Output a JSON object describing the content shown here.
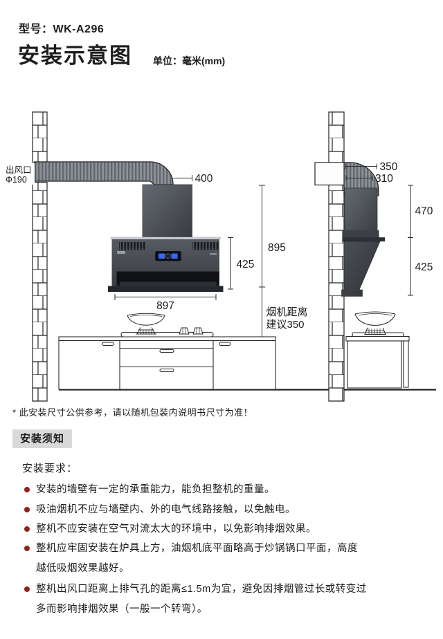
{
  "header": {
    "model": "型号：WK-A296",
    "title": "安装示意图",
    "unit": "单位：毫米(mm)"
  },
  "diagram": {
    "outlet_line1": "出风口",
    "outlet_line2": "Φ190",
    "dim_400": "400",
    "dim_897": "897",
    "dim_425_front": "425",
    "dim_895": "895",
    "hood_dist_line1": "烟机距离",
    "hood_dist_line2": "建议350",
    "dim_350": "350",
    "dim_310": "310",
    "dim_470": "470",
    "dim_425_side": "425"
  },
  "footnote": "* 此安装尺寸公供参考，请以随机包装内说明书尺寸为准！",
  "notice": {
    "box_label": "安装须知",
    "requirements_label": "安装要求：",
    "items": [
      "安装的墙壁有一定的承重能力，能负担整机的重量。",
      "吸油烟机不应与墙壁内、外的电气线路接触，以免触电。",
      "整机不应安装在空气对流太大的环境中，以免影响排烟效果。",
      "整机应牢固安装在炉具上方，油烟机底平面略高于炒锅锅口平面，高度越低吸烟效果越好。",
      "整机出风口距离上排气孔的距离≤1.5m为宜，避免因排烟管过长或转变过多而影响排烟效果（一般一个转弯）。"
    ]
  },
  "colors": {
    "bullet": "#8e231d",
    "notice_bg": "#d9d9d9",
    "hood_dark": "#3a3d42",
    "display_blue": "#3a67f2"
  }
}
